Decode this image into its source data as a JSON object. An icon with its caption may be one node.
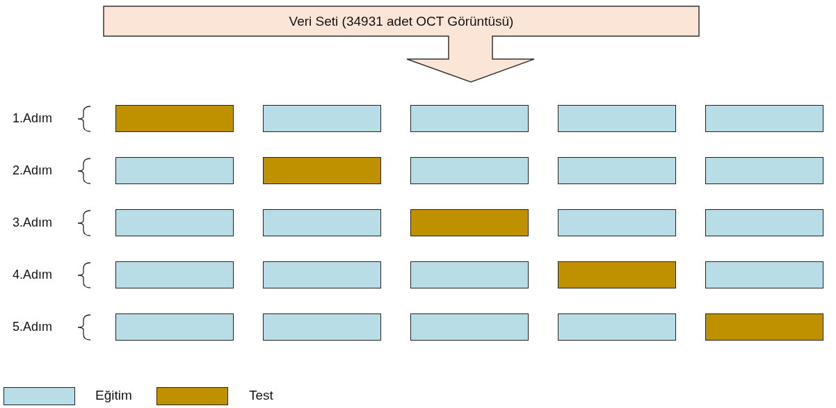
{
  "diagram": {
    "nodes": [
      {
        "text": [
          "Veri Seti (34931 adet OCT Görüntüsü)"
        ]
      },
      {
        "text": [],
        "shape": "bar"
      },
      {
        "text": [],
        "shape": "bar"
      },
      {
        "text": [],
        "shape": "bar"
      },
      {
        "text": [],
        "shape": "bar"
      },
      {
        "text": [],
        "shape": "bar"
      },
      {
        "text": [],
        "shape": "bar"
      },
      {
        "text": [],
        "shape": "bar"
      },
      {
        "text": [],
        "shape": "bar"
      },
      {
        "text": [],
        "shape": "bar"
      },
      {
        "text": [],
        "shape": "bar"
      },
      {
        "text": [],
        "shape": "bar"
      },
      {
        "text": [],
        "shape": "bar"
      },
      {
        "text": [],
        "shape": "bar"
      },
      {
        "text": [],
        "shape": "bar"
      },
      {
        "text": [],
        "shape": "bar"
      },
      {
        "text": [],
        "shape": "bar"
      },
      {
        "text": [],
        "shape": "bar"
      },
      {
        "text": [],
        "shape": "bar"
      },
      {
        "text": [],
        "shape": "bar"
      },
      {
        "text": [],
        "shape": "bar"
      },
      {
        "text": [],
        "shape": "bar"
      },
      {
        "text": [],
        "shape": "bar"
      },
      {
        "text": [],
        "shape": "bar"
      },
      {
        "text": [],
        "shape": "bar"
      },
      {
        "text": [],
        "shape": "bar"
      }
    ],
    "labels": [
      "1.Adım",
      "2.Adım",
      "3.Adım",
      "4.Adım",
      "5.Adım"
    ],
    "legend": [
      {
        "text": "Eğitim",
        "color": "#b8dde6"
      },
      {
        "text": "Test",
        "color": "#bf9000"
      }
    ]
  }
}
